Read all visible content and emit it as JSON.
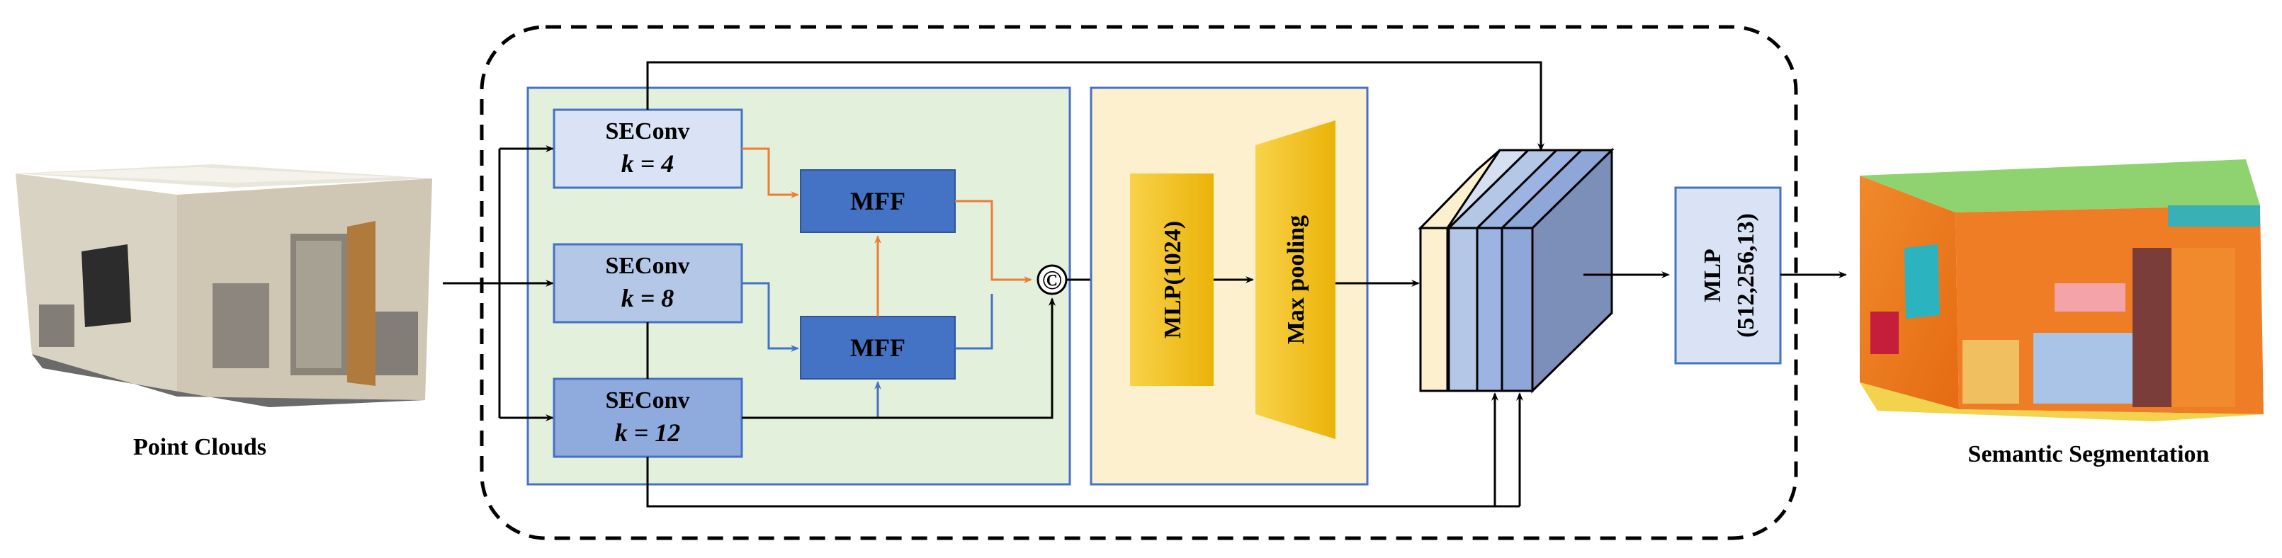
{
  "input": {
    "caption": "Point Clouds"
  },
  "output": {
    "caption": "Semantic Segmentation"
  },
  "encoder": {
    "branches": [
      {
        "title": "SEConv",
        "param": "k = 4"
      },
      {
        "title": "SEConv",
        "param": "k = 8"
      },
      {
        "title": "SEConv",
        "param": "k = 12"
      }
    ],
    "fusion_top": "MFF",
    "fusion_bottom": "MFF",
    "concat_symbol": "©"
  },
  "global": {
    "mlp": "MLP(1024)",
    "pool": "Max pooling"
  },
  "head": {
    "mlp_title": "MLP",
    "mlp_dims": "(512,256,13)"
  },
  "colors": {
    "green_panel": "#e3f0dc",
    "yellow_panel": "#fdf0cf",
    "seconv_light": "#dae3f5",
    "seconv_mid": "#b4c7e7",
    "seconv_dark": "#8faadc",
    "mff": "#4472c4",
    "orange_arrow": "#ed7d31",
    "blue_arrow": "#4472c4",
    "gold": "#f2c010"
  }
}
